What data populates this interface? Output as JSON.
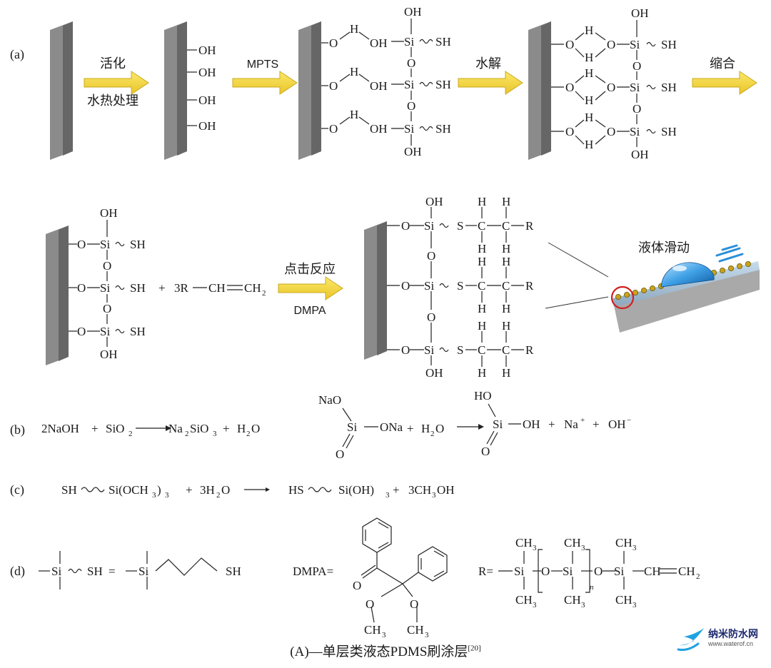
{
  "panel_labels": {
    "a": "(a)",
    "b": "(b)",
    "c": "(c)",
    "d": "(d)"
  },
  "arrows": {
    "activate_top": "活化",
    "activate_bottom": "水热处理",
    "mpts": "MPTS",
    "hydrolysis": "水解",
    "condensation": "缩合",
    "click_top": "点击反应",
    "click_bottom": "DMPA"
  },
  "groups": {
    "oh": "OH",
    "o": "O",
    "h": "H",
    "si": "Si",
    "sh": "SH",
    "s": "S",
    "c": "C",
    "r": "R"
  },
  "reagents": {
    "vinyl_coef": "3R",
    "vinyl_ch": "CH",
    "vinyl_ch2": "CH",
    "vinyl_sub": "2",
    "plus": "+"
  },
  "illustration_label": "液体滑动",
  "eq_b": {
    "lhs1": "2NaOH",
    "lhs2": "SiO",
    "lhs2_sub": "2",
    "rhs1": "Na",
    "rhs1_sub1": "2",
    "rhs1_mid": "SiO",
    "rhs1_sub2": "3",
    "rhs2": "H",
    "rhs2_sub": "2",
    "rhs2_end": "O",
    "nao": "NaO",
    "ona": "ONa",
    "water": "H",
    "water_sub": "2",
    "water_end": "O",
    "ho": "HO",
    "na_ion": "Na",
    "plus_sup": "+",
    "oh_ion": "OH",
    "minus_sup": "−"
  },
  "eq_c": {
    "sh": "SH",
    "si_och3": "Si(OCH",
    "sub3": "3",
    "close": ")",
    "water_coef": "3H",
    "water_sub": "2",
    "water_end": "O",
    "hs": "HS",
    "si_oh": "Si(OH)",
    "meoh": "3CH",
    "meoh_sub": "3",
    "meoh_end": "OH"
  },
  "eq_d": {
    "eq": "=",
    "dmpa": "DMPA=",
    "r_eq": "R=",
    "ch3": "CH",
    "ch3_sub": "3",
    "n": "n",
    "ch_vinyl": "CH",
    "ch2_vinyl": "CH",
    "ch2_sub": "2"
  },
  "caption": {
    "text": "(A)—单层类液态PDMS刷涂层",
    "ref": "[20]"
  },
  "watermark": {
    "name": "纳米防水网",
    "url": "www.waterof.cn"
  },
  "colors": {
    "arrow_fill": "#f2d93b",
    "arrow_stroke": "#c9a81c",
    "wall_front": "#8b8b8b",
    "wall_side": "#5f5f5f",
    "droplet": "#2f8fd6",
    "bead": "#c9a31a",
    "highlight": "#d21f1f",
    "logo_blue": "#1fa3e0"
  }
}
